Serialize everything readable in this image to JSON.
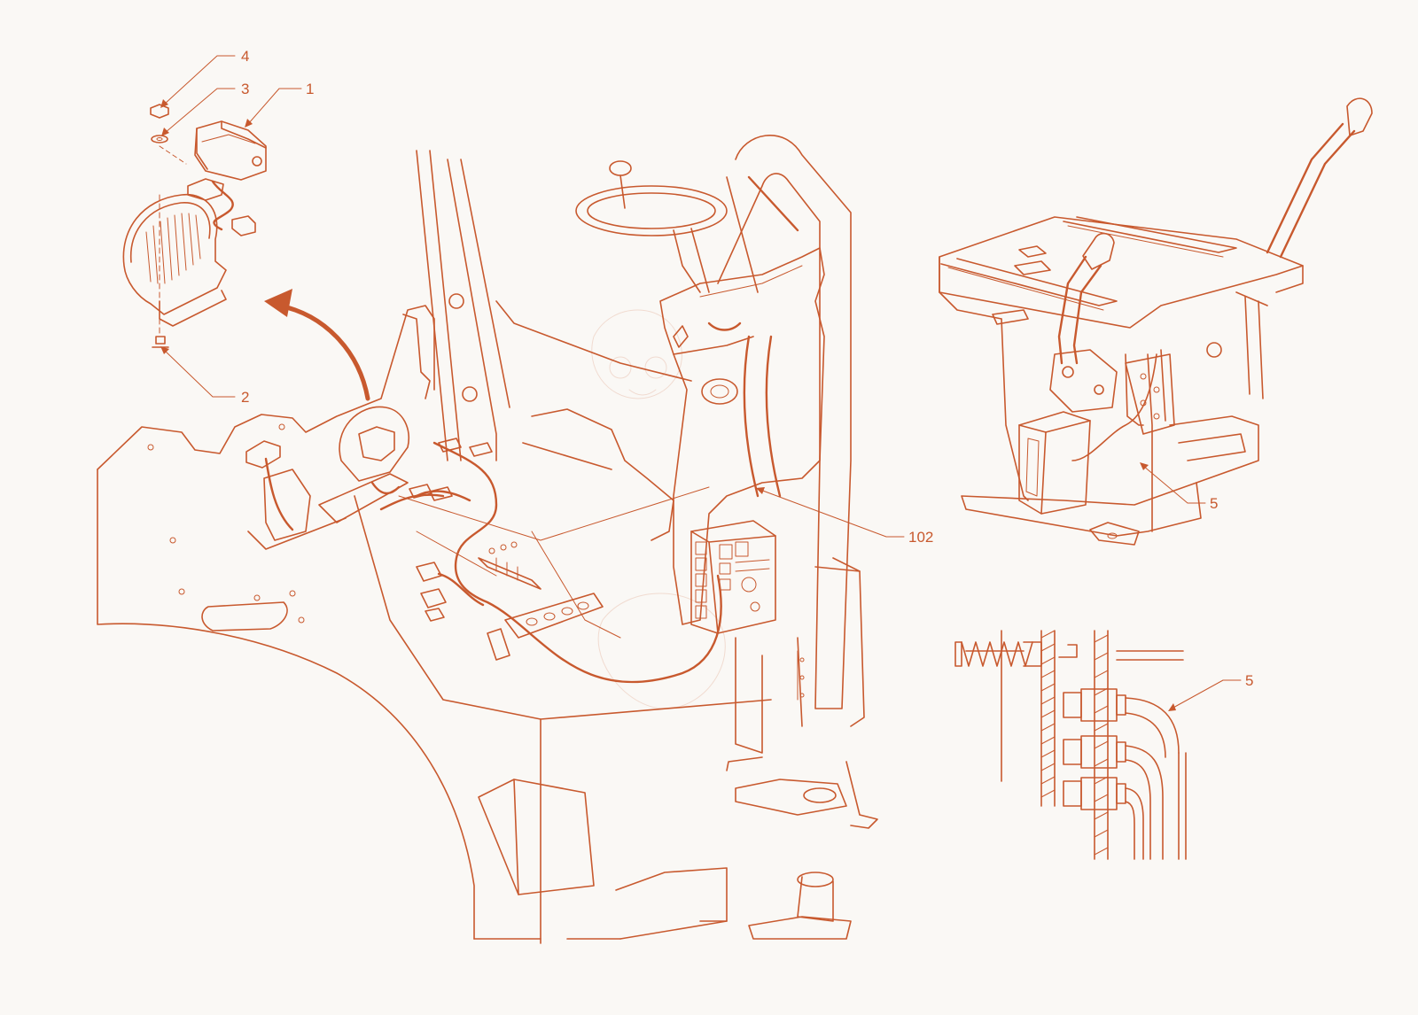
{
  "diagram": {
    "accent_color": "#c8592e",
    "background_color": "#faf8f5",
    "callouts": [
      {
        "id": "c4",
        "label": "4"
      },
      {
        "id": "c3",
        "label": "3"
      },
      {
        "id": "c1",
        "label": "1"
      },
      {
        "id": "c2",
        "label": "2"
      },
      {
        "id": "c102",
        "label": "102"
      },
      {
        "id": "c5a",
        "label": "5"
      },
      {
        "id": "c5b",
        "label": "5"
      }
    ]
  }
}
